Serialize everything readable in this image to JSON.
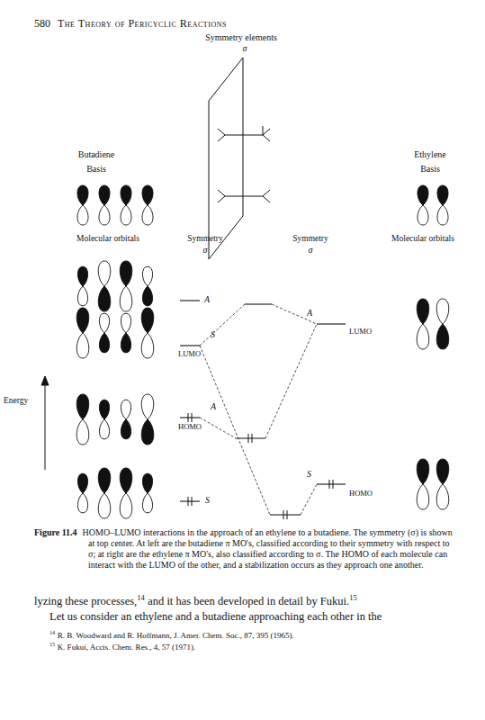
{
  "diagram": {
    "caption": "HOMO–LUMO interactions in the approach of an ethylene to a butadiene. The symmetry (σ) is shown at top center. At left are the butadiene π MO's, classified according to their symmetry with respect to σ; at right are the ethylene π MO's, also classified according to σ. The HOMO of each molecule can interact with the LUMO of the other, and a stabilization occurs as they approach one another.",
    "labels": [
      "580",
      "The Theory of Pericyclic Reactions",
      "Symmetry elements",
      "σ",
      "Butadiene",
      "Basis",
      "Ethylene",
      "Basis",
      "Molecular orbitals",
      "Symmetry",
      "σ",
      "Symmetry",
      "σ",
      "Molecular orbitals",
      "A",
      "S",
      "LUMO",
      "A",
      "HOMO",
      "S",
      "A",
      "LUMO",
      "S",
      "HOMO",
      "Energy",
      "Figure 11.4",
      "lyzing these processes,",
      "14",
      "and it has been developed in detail by Fukui.",
      "15",
      "Let us consider an ethylene and a butadiene approaching each other in the",
      "14",
      "R. B. Woodward and R. Hoffmann, J. Amer. Chem. Soc., 87, 395 (1965).",
      "15",
      "K. Fukui, Accts. Chem. Res., 4, 57 (1971)."
    ]
  }
}
